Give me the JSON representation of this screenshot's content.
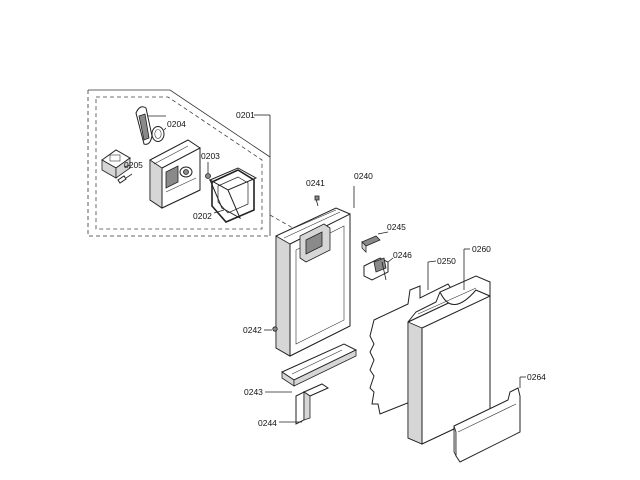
{
  "labels": {
    "p0201": "0201",
    "p0202": "0202",
    "p0203": "0203",
    "p0204": "0204",
    "p0205": "0205",
    "p0240": "0240",
    "p0241": "0241",
    "p0242": "0242",
    "p0243": "0243",
    "p0244": "0244",
    "p0245": "0245",
    "p0246": "0246",
    "p0250": "0250",
    "p0260": "0260",
    "p0264": "0264"
  }
}
